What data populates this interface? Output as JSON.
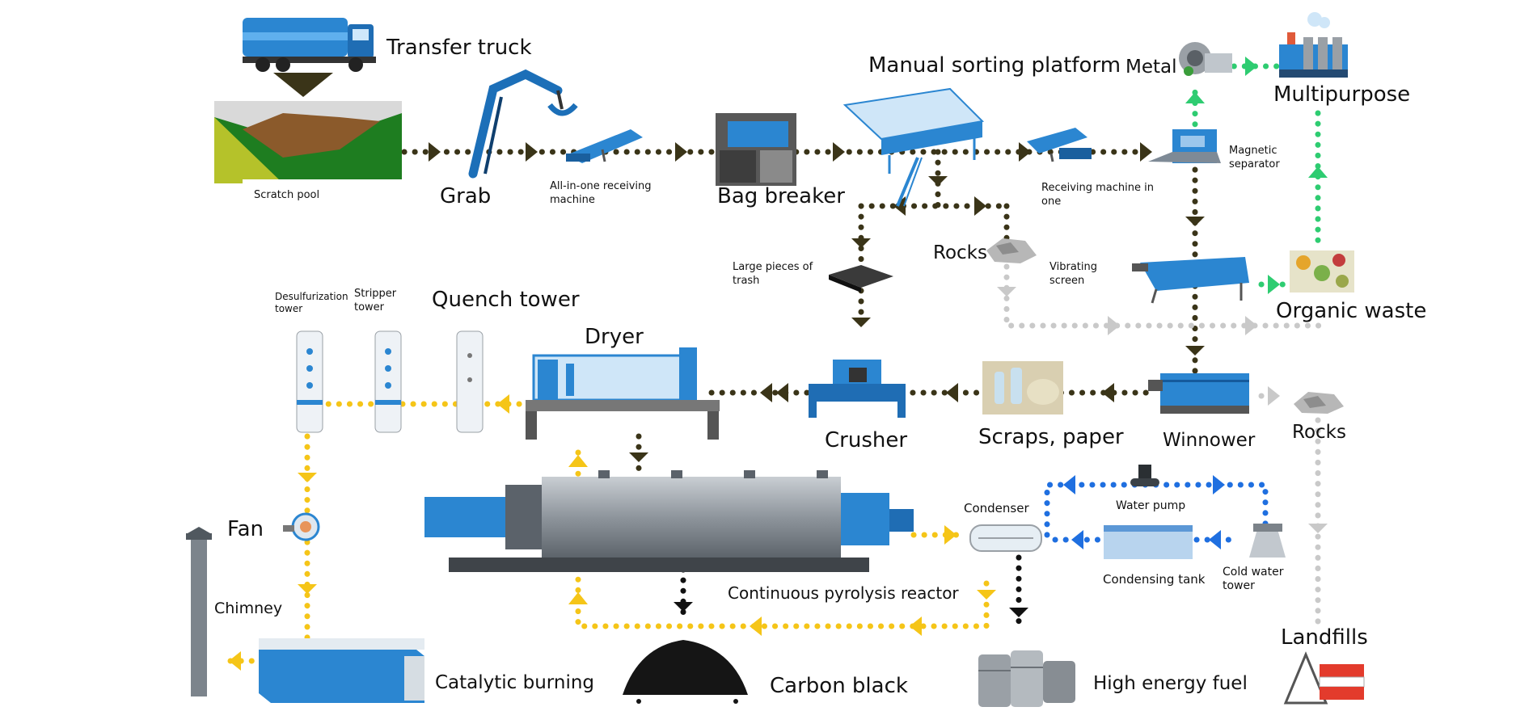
{
  "labels": {
    "transfer_truck": "Transfer truck",
    "scratch_pool": "Scratch pool",
    "grab": "Grab",
    "all_in_one_receiving": "All-in-one receiving machine",
    "bag_breaker": "Bag breaker",
    "manual_sorting": "Manual sorting platform",
    "receiving_in_one": "Receiving machine in one",
    "magnetic_separator": "Magnetic separator",
    "metal": "Metal",
    "multipurpose": "Multipurpose",
    "rocks_upper": "Rocks",
    "vibrating_screen": "Vibrating screen",
    "large_pieces": "Large pieces of trash",
    "organic_waste": "Organic waste",
    "desulfurization": "Desulfurization tower",
    "stripper": "Stripper tower",
    "quench": "Quench tower",
    "dryer": "Dryer",
    "crusher": "Crusher",
    "scraps_paper": "Scraps, paper",
    "winnower": "Winnower",
    "rocks_lower": "Rocks",
    "fan": "Fan",
    "condenser": "Condenser",
    "water_pump": "Water pump",
    "condensing_tank": "Condensing tank",
    "cold_water_tower": "Cold water tower",
    "chimney": "Chimney",
    "pyrolysis": "Continuous pyrolysis reactor",
    "landfills": "Landfills",
    "catalytic": "Catalytic burning",
    "carbon_black": "Carbon black",
    "high_energy_fuel": "High energy fuel"
  },
  "colors": {
    "main_flow": "#3a3418",
    "metal_flow": "#2ecc71",
    "gas_flow": "#f5c518",
    "water_flow": "#1f6fe0",
    "reject_flow": "#c9c9c9",
    "equipment_blue": "#1f74c4",
    "equipment_gray": "#8a9096"
  }
}
